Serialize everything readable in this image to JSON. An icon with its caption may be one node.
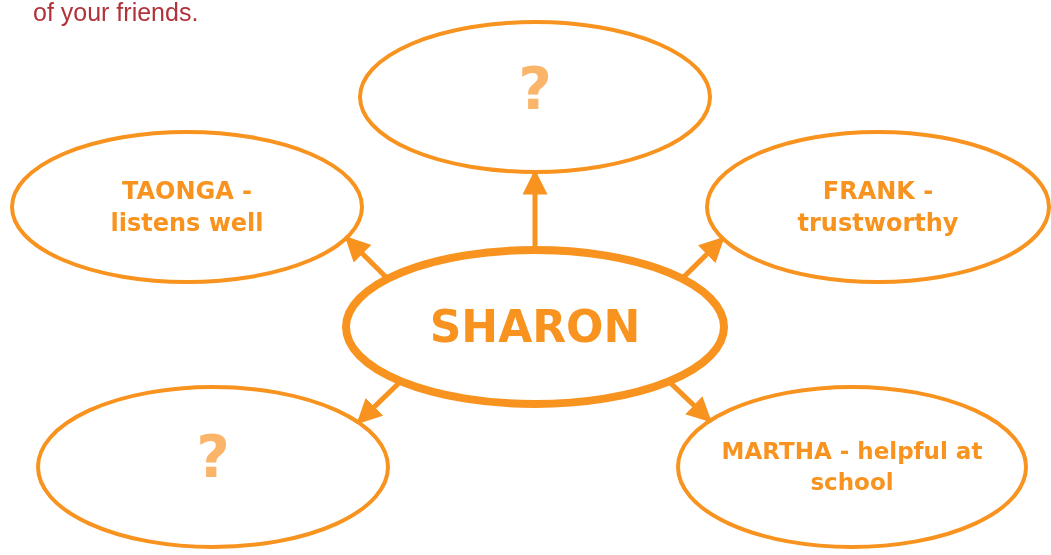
{
  "diagram": {
    "nodes": [
      {
        "text": [
          "?"
        ]
      },
      {
        "text": [
          "TAONGA - listens well"
        ]
      },
      {
        "text": [
          "FRANK - trustworthy"
        ]
      },
      {
        "text": [
          "SHARON"
        ]
      },
      {
        "text": [
          "?"
        ]
      },
      {
        "text": [
          "MARTHA - helpful at school"
        ]
      }
    ],
    "edges": [
      {
        "from": 3,
        "to": 0,
        "arrow": "to"
      },
      {
        "from": 3,
        "to": 1,
        "arrow": "to"
      },
      {
        "from": 3,
        "to": 2,
        "arrow": "to"
      },
      {
        "from": 3,
        "to": 4,
        "arrow": "to"
      },
      {
        "from": 3,
        "to": 5,
        "arrow": "to"
      }
    ],
    "labels": [
      "of your friends."
    ]
  }
}
